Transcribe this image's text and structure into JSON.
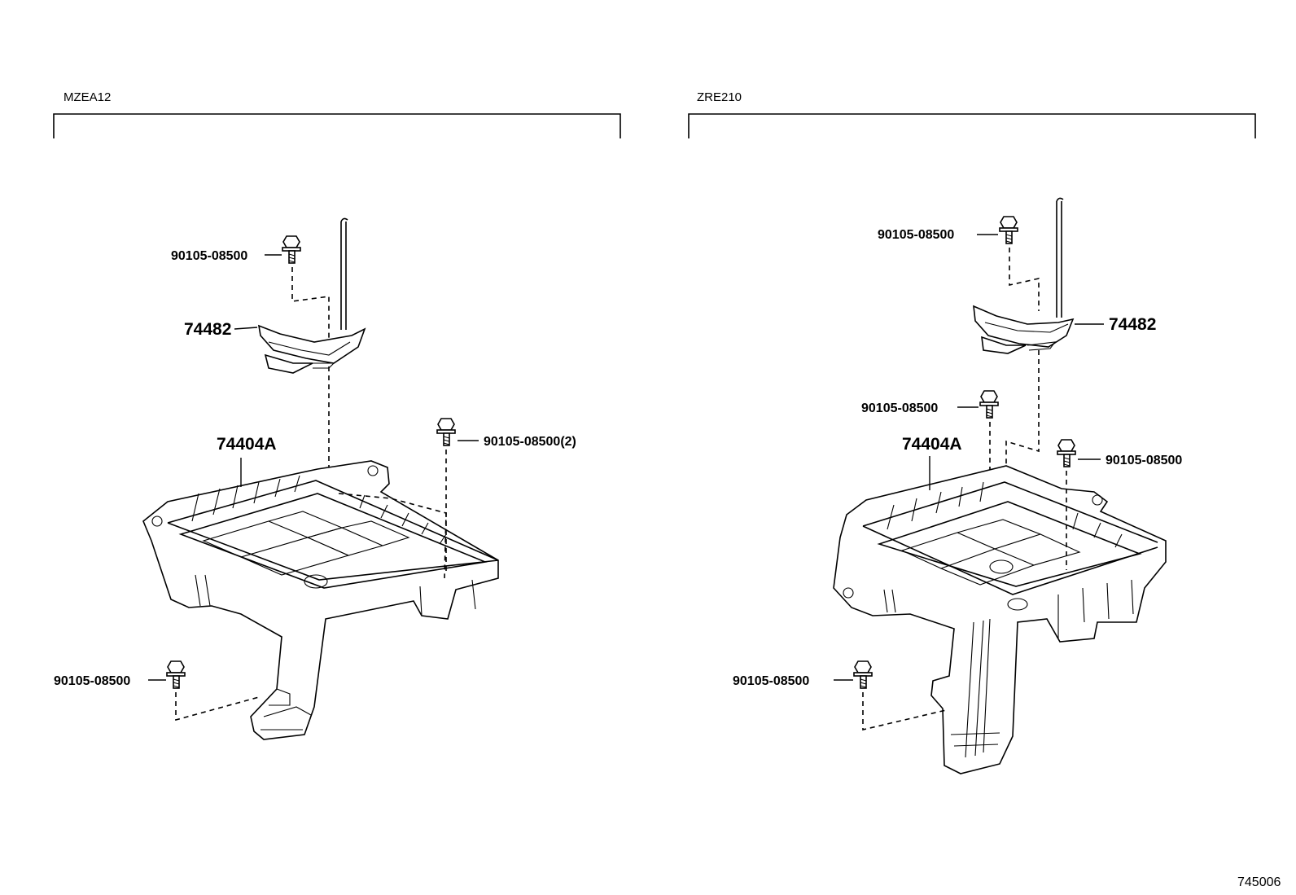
{
  "sections": [
    {
      "model": "MZEA12",
      "parts": {
        "tray": "74404A",
        "clamp": "74482",
        "bolt_top": "90105-08500",
        "bolt_right": "90105-08500(2)",
        "bolt_bottom": "90105-08500"
      }
    },
    {
      "model": "ZRE210",
      "parts": {
        "tray": "74404A",
        "clamp": "74482",
        "bolt_top": "90105-08500",
        "bolt_mid": "90105-08500",
        "bolt_right": "90105-08500",
        "bolt_bottom": "90105-08500"
      }
    }
  ],
  "diagram_id": "745006"
}
